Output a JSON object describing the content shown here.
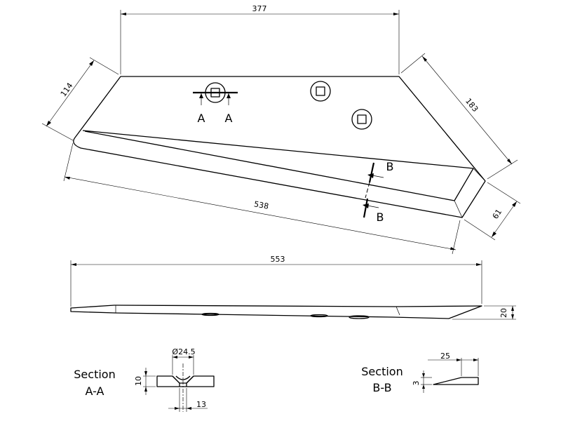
{
  "dimensions": {
    "top_width": "377",
    "left_edge": "114",
    "right_edge": "183",
    "bottom_edge": "538",
    "tip": "61",
    "side_length": "553",
    "side_height": "20",
    "section_a_diameter": "Ø24.5",
    "section_a_thickness": "10",
    "section_a_width": "13",
    "section_b_width": "25",
    "section_b_thickness": "3"
  },
  "section_marks": {
    "a_left": "A",
    "a_right": "A",
    "b_top": "B",
    "b_bottom": "B"
  },
  "section_titles": {
    "a_line1": "Section",
    "a_line2": "A-A",
    "b_line1": "Section",
    "b_line2": "B-B"
  }
}
